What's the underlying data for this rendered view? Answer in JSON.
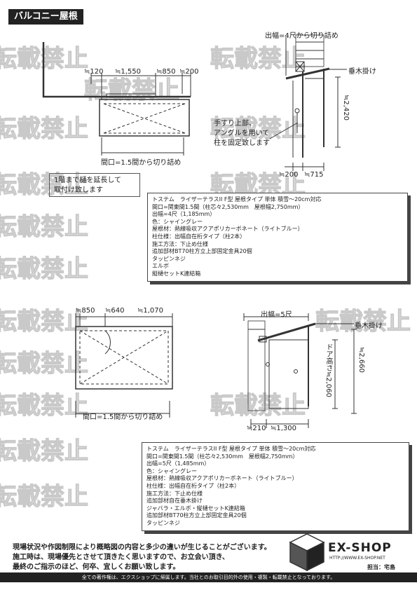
{
  "header": {
    "title": "バルコニー屋根"
  },
  "watermark": {
    "text": "転載禁止"
  },
  "drawing1": {
    "dims_top": [
      "≒120",
      "≒1,550",
      "≒850",
      "≒200"
    ],
    "opening": "間口=1.5間から切り詰め",
    "projection": "出幅=4尺から切り詰め",
    "rafter": "垂木掛け",
    "height": "≒2,420",
    "dims_bottom": [
      "≒200",
      "≒715"
    ],
    "handrail_note": [
      "手すり上部、",
      "アングルを用いて",
      "柱を固定致します"
    ],
    "gutter_note": [
      "1階まで樋を延長して",
      "取付け致します"
    ]
  },
  "spec1": [
    "トステム　ライザーテラスII F型 屋根タイプ 単体 積雪～20cm対応",
    "間口=関東間1.5間（柱芯々2,530mm　屋根幅2,750mm）",
    "出幅=4尺（1,185mm）",
    "色：シャイングレー",
    "屋根材：熱線吸収アクアポリカーボネート（ライトブルー）",
    "柱仕様：出幅自在桁タイプ（柱2本）",
    "施工方法：下止め仕様",
    "追加部材BT70柱方立上部固定金具20個",
    "タッピンネジ",
    "エルボ",
    "縦樋セットK連結箱"
  ],
  "drawing2": {
    "dims_top": [
      "≒850",
      "≒640",
      "≒1,070"
    ],
    "opening": "間口=1.5間から切り詰め",
    "projection": "出幅=5尺",
    "rafter": "垂木掛け",
    "door_height": "ドア高さ≒2,060",
    "height": "≒2,660",
    "dims_bottom": [
      "≒210",
      "≒1,300"
    ]
  },
  "spec2": [
    "トステム　ライザーテラスII F型 屋根タイプ 単体 積雪～20cm対応",
    "間口=関東間1.5間（柱芯々2,530mm　屋根幅2,750mm）",
    "出幅=5尺（1,485mm）",
    "色：シャイングレー",
    "屋根材：熱線吸収アクアポリカーボネート（ライトブルー）",
    "柱仕様：出幅自在桁タイプ（柱2本）",
    "施工方法：下止め仕様",
    "追加部材自在垂木掛け",
    "ジャバラ・エルボ・縦樋セットK連結箱",
    "追加部材BT70柱方立上部固定金具20個",
    "タッピンネジ"
  ],
  "footer": {
    "notes": [
      "現場状況や作図制限により概略図の内容と多少の違いが生じることがございます。",
      "施工時は、現場優先とさせて頂きたく思いますので、お立会い頂き、",
      "最終のご指示のほど、何卒、宜しくお願い致します。"
    ],
    "copyright": "全ての著作権は、エクスショップに帰属します。当社とのお取引目的外の使用・複製・転載禁止となっております。",
    "logo": "EX-SHOP",
    "url": "HTTP://WWW.EX-SHOP.NET",
    "staff": "担当：宅島"
  }
}
